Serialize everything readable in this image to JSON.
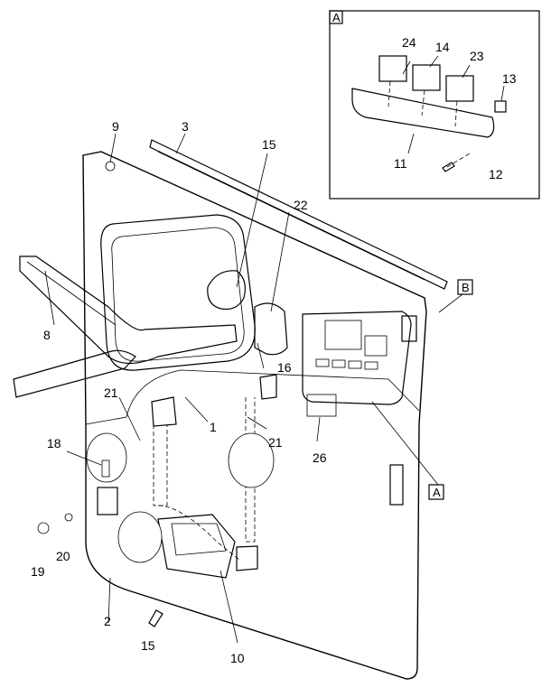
{
  "callouts": {
    "c1": "1",
    "c2": "2",
    "c3": "3",
    "c8": "8",
    "c9": "9",
    "c10": "10",
    "c11": "11",
    "c12": "12",
    "c13": "13",
    "c14": "14",
    "c15a": "15",
    "c15b": "15",
    "c16": "16",
    "c18": "18",
    "c19": "19",
    "c20": "20",
    "c21a": "21",
    "c21b": "21",
    "c22": "22",
    "c23": "23",
    "c24": "24",
    "c26": "26"
  },
  "boxes": {
    "detail_a_title": "A",
    "ref_a": "A",
    "ref_b": "B"
  },
  "colors": {
    "line": "#000000",
    "background": "#ffffff",
    "shade": "#d8d8d8"
  }
}
